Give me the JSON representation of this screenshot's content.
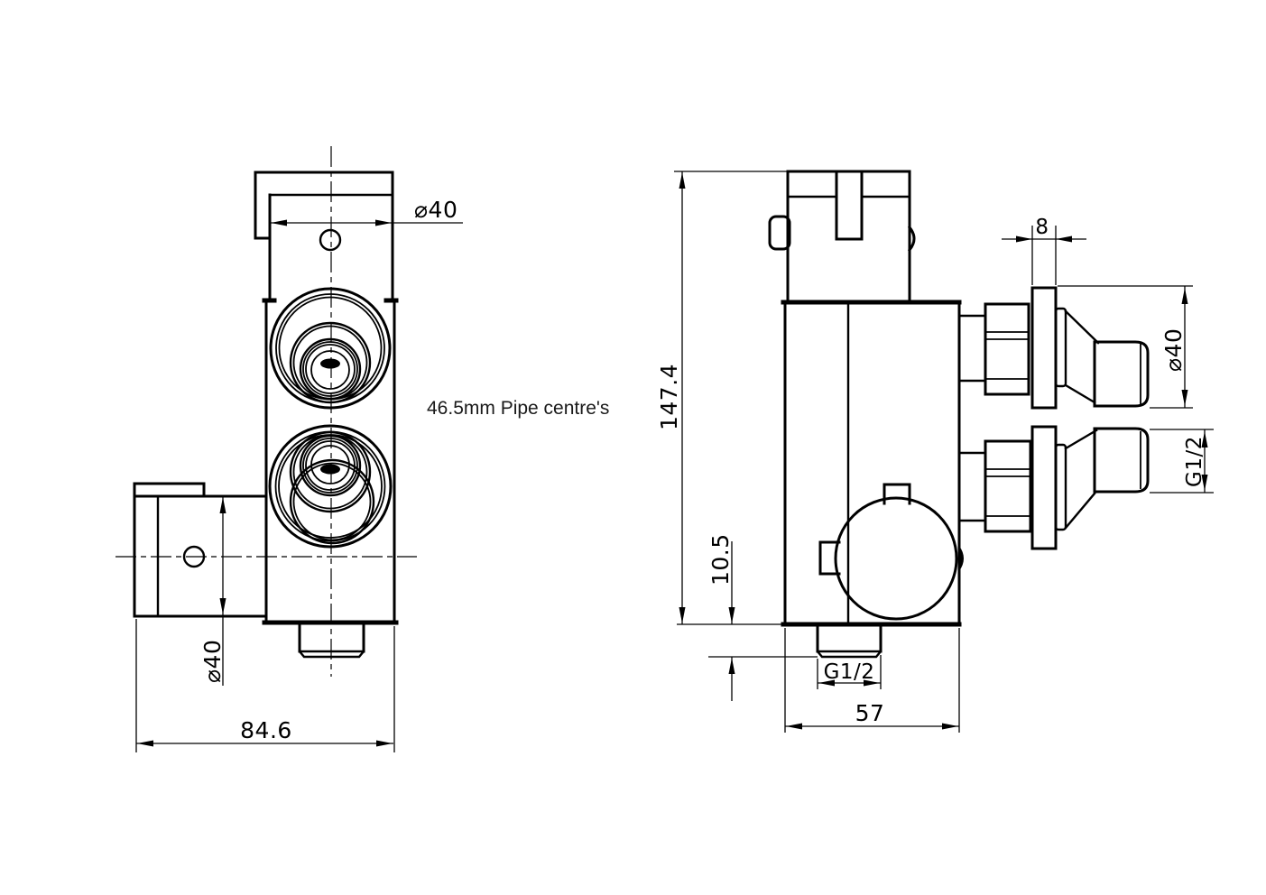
{
  "colors": {
    "line": "#000000",
    "background": "#ffffff"
  },
  "note": {
    "pipe_centres": "46.5mm Pipe centre's"
  },
  "front_view": {
    "dim_top_port_diameter": "⌀40",
    "dim_side_port_diameter": "⌀40",
    "dim_overall_width": "84.6"
  },
  "side_view": {
    "dim_overall_height": "147.4",
    "dim_outlet_drop": "10.5",
    "dim_bottom_thread": "G1/2",
    "dim_body_depth": "57",
    "dim_flange_thickness": "8",
    "dim_outlet_diameter": "⌀40",
    "dim_outlet_thread": "G1/2"
  }
}
